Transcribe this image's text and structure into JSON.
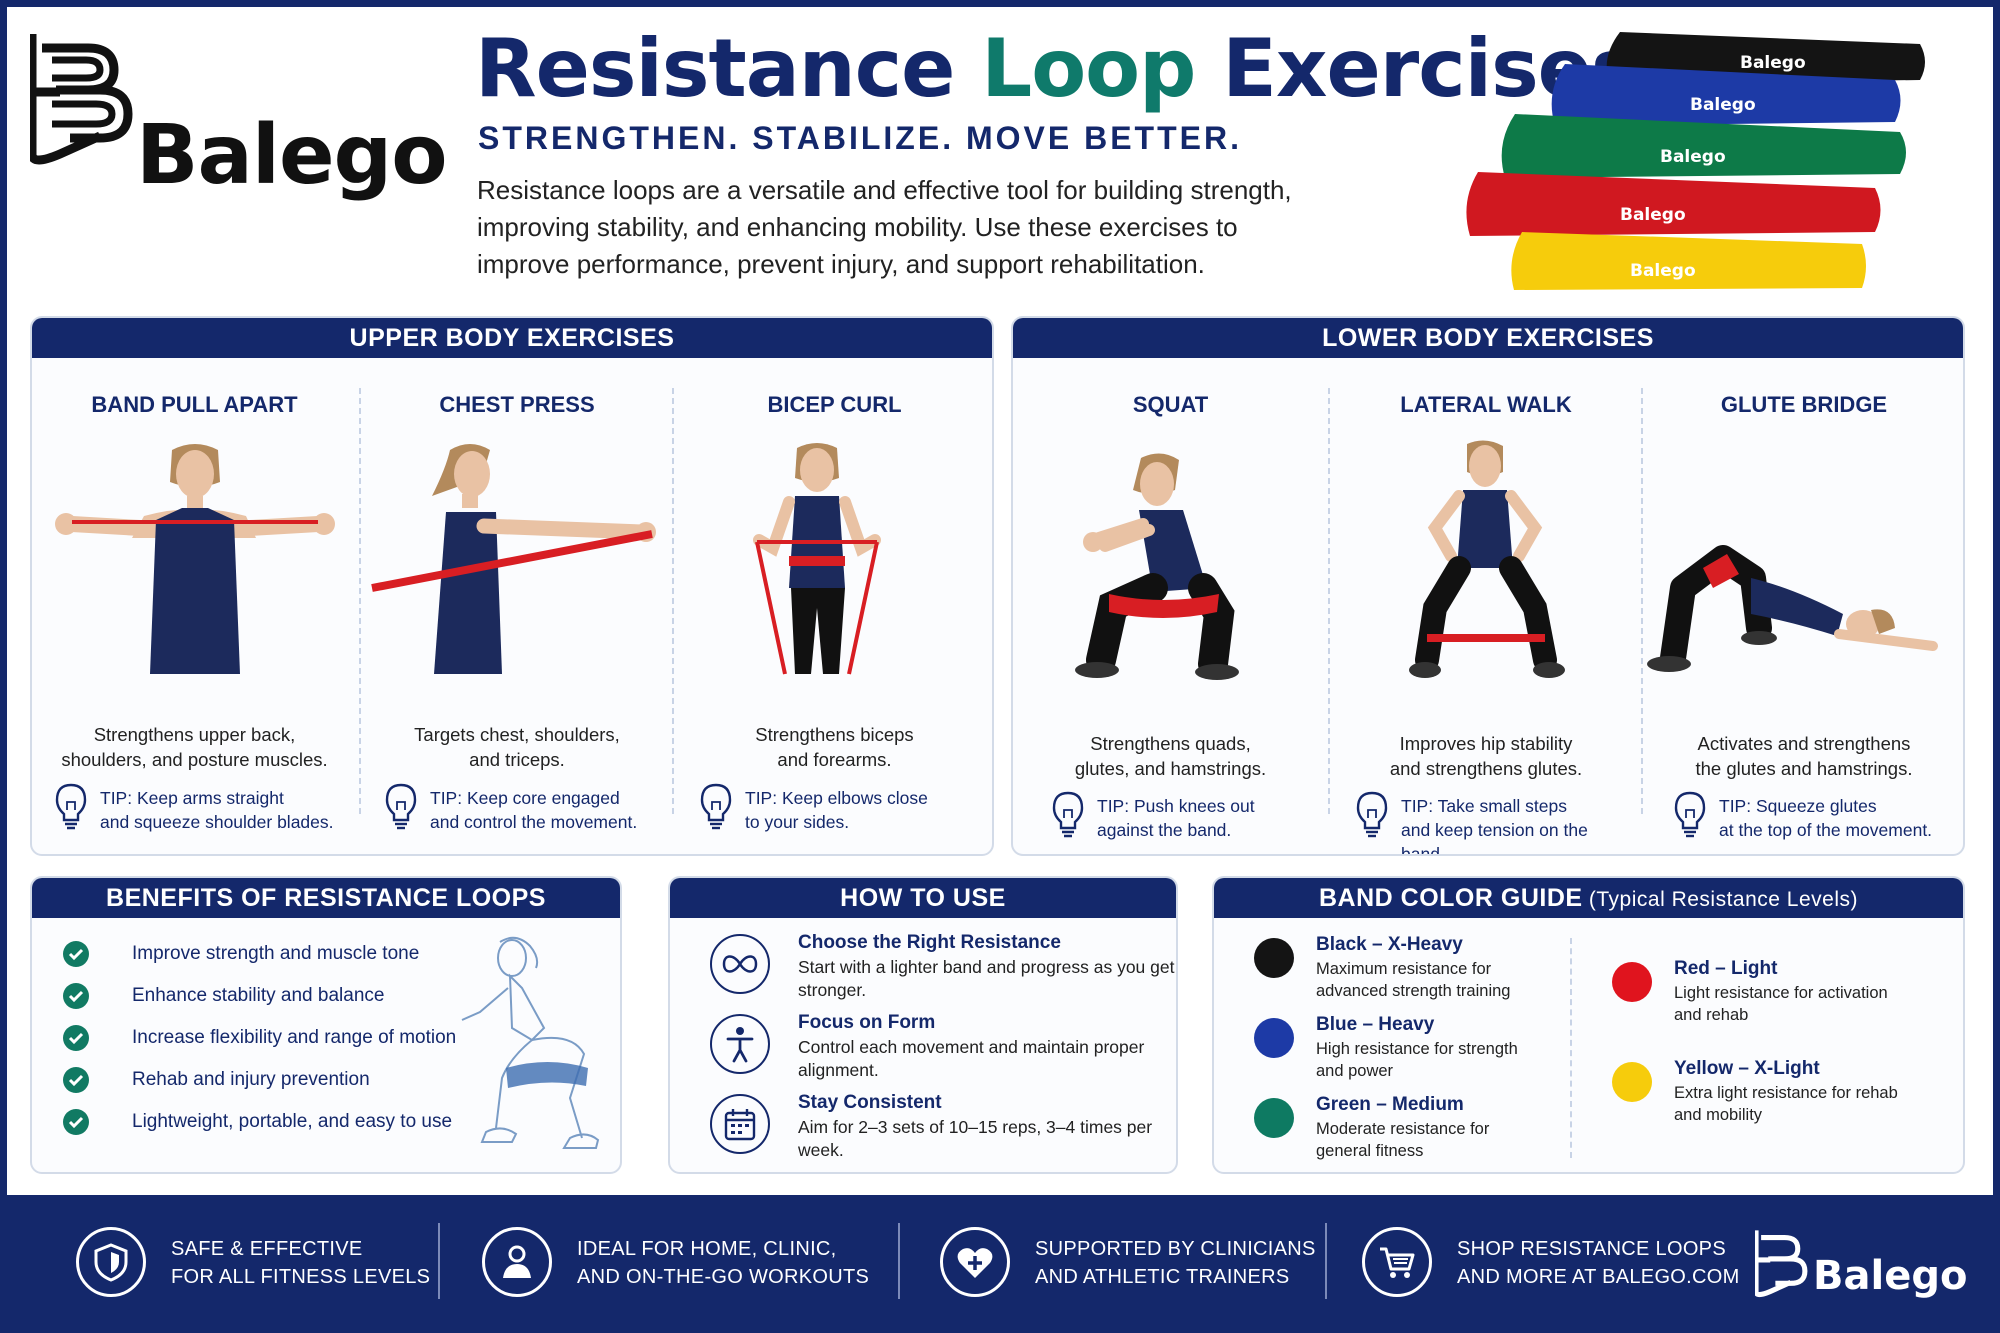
{
  "brand": {
    "name": "Balego"
  },
  "header": {
    "title_part1": "Resistance ",
    "title_accent": "Loop",
    "title_part2": " Exercises",
    "tagline": "STRENGTHEN. STABILIZE. MOVE BETTER.",
    "intro": "Resistance loops are a versatile and effective tool for building strength, improving stability, and enhancing mobility. Use these exercises to improve performance, prevent injury, and support rehabilitation."
  },
  "band_stack": {
    "label": "Balego",
    "colors": [
      "#141414",
      "#1d3aa6",
      "#0d7a48",
      "#d01820",
      "#f6cc0c"
    ]
  },
  "upper_body": {
    "heading": "UPPER BODY EXERCISES",
    "exercises": [
      {
        "title": "BAND PULL APART",
        "desc1": "Strengthens upper back,",
        "desc2": "shoulders, and posture muscles.",
        "tip1": "TIP: Keep arms straight",
        "tip2": "and squeeze shoulder blades."
      },
      {
        "title": "CHEST PRESS",
        "desc1": "Targets chest, shoulders,",
        "desc2": "and triceps.",
        "tip1": "TIP: Keep core engaged",
        "tip2": "and control the movement."
      },
      {
        "title": "BICEP CURL",
        "desc1": "Strengthens biceps",
        "desc2": "and forearms.",
        "tip1": "TIP: Keep elbows close",
        "tip2": "to your sides."
      }
    ]
  },
  "lower_body": {
    "heading": "LOWER BODY EXERCISES",
    "exercises": [
      {
        "title": "SQUAT",
        "desc1": "Strengthens quads,",
        "desc2": "glutes, and hamstrings.",
        "tip1": "TIP: Push knees out",
        "tip2": "against the band."
      },
      {
        "title": "LATERAL WALK",
        "desc1": "Improves hip stability",
        "desc2": "and strengthens glutes.",
        "tip1": "TIP: Take small steps",
        "tip2": "and keep tension on the band."
      },
      {
        "title": "GLUTE BRIDGE",
        "desc1": "Activates and strengthens",
        "desc2": "the glutes and hamstrings.",
        "tip1": "TIP: Squeeze glutes",
        "tip2": "at the top of the movement."
      }
    ]
  },
  "benefits": {
    "heading": "BENEFITS OF RESISTANCE LOOPS",
    "items": [
      "Improve strength and muscle tone",
      "Enhance stability and balance",
      "Increase flexibility and range of motion",
      "Rehab and injury prevention",
      "Lightweight, portable, and easy to use"
    ]
  },
  "how_to_use": {
    "heading": "HOW TO USE",
    "steps": [
      {
        "title": "Choose the Right Resistance",
        "text": "Start with a lighter band and progress as you get stronger.",
        "icon": "infinity-icon"
      },
      {
        "title": "Focus on Form",
        "text": "Control each movement and maintain proper alignment.",
        "icon": "person-icon"
      },
      {
        "title": "Stay Consistent",
        "text": "Aim for 2–3 sets of 10–15 reps, 3–4 times per week.",
        "icon": "calendar-icon"
      }
    ]
  },
  "color_guide": {
    "heading": "BAND COLOR GUIDE",
    "subheading": " (Typical Resistance Levels)",
    "levels": [
      {
        "title": "Black – X-Heavy",
        "desc": "Maximum resistance for advanced strength training",
        "color": "#141414"
      },
      {
        "title": "Blue – Heavy",
        "desc": "High resistance for strength and power",
        "color": "#1d3aa6"
      },
      {
        "title": "Green – Medium",
        "desc": "Moderate resistance for general fitness",
        "color": "#0e7a62"
      },
      {
        "title": "Red – Light",
        "desc": "Light resistance for activation and rehab",
        "color": "#e0141e"
      },
      {
        "title": "Yellow – X-Light",
        "desc": "Extra light resistance for rehab and mobility",
        "color": "#f6cc0c"
      }
    ]
  },
  "footer": {
    "items": [
      {
        "line1": "SAFE & EFFECTIVE",
        "line2": "FOR ALL FITNESS LEVELS",
        "icon": "shield-icon"
      },
      {
        "line1": "IDEAL FOR HOME, CLINIC,",
        "line2": "AND ON-THE-GO WORKOUTS",
        "icon": "user-icon"
      },
      {
        "line1": "SUPPORTED BY CLINICIANS",
        "line2": "AND ATHLETIC TRAINERS",
        "icon": "heart-plus-icon"
      },
      {
        "line1": "SHOP RESISTANCE LOOPS",
        "line2": "AND MORE AT BALEGO.COM",
        "icon": "cart-icon"
      }
    ],
    "logo_text": "Balego"
  },
  "colors": {
    "navy": "#14286b",
    "teal": "#0f7a6b",
    "check_green": "#117a63",
    "tank_navy": "#1c2a5c",
    "band_red": "#d81e23"
  }
}
